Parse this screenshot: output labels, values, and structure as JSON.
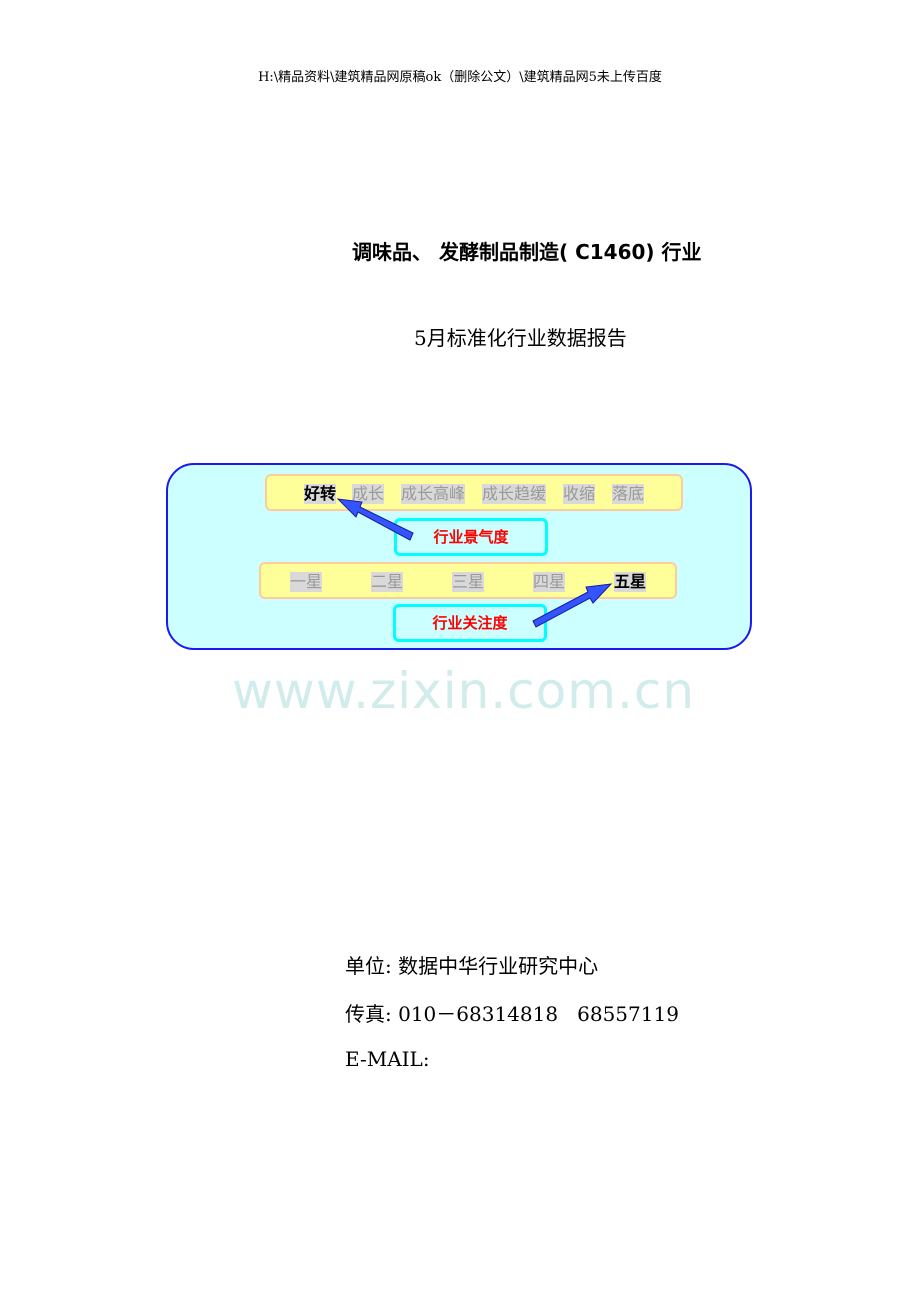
{
  "header": {
    "path": "H:\\精品资料\\建筑精品网原稿ok（删除公文）\\建筑精品网5未上传百度"
  },
  "title": "调味品、 发酵制品制造( C1460) 行业",
  "subtitle": "5月标准化行业数据报告",
  "diagram": {
    "prosperity_levels": [
      {
        "label": "好转",
        "selected": true
      },
      {
        "label": "成长",
        "selected": false
      },
      {
        "label": "成长高峰",
        "selected": false
      },
      {
        "label": "成长趋缓",
        "selected": false
      },
      {
        "label": "收缩",
        "selected": false
      },
      {
        "label": "落底",
        "selected": false
      }
    ],
    "prosperity_label": "行业景气度",
    "attention_levels": [
      {
        "label": "一星",
        "selected": false
      },
      {
        "label": "二星",
        "selected": false
      },
      {
        "label": "三星",
        "selected": false
      },
      {
        "label": "四星",
        "selected": false
      },
      {
        "label": "五星",
        "selected": true
      }
    ],
    "attention_label": "行业关注度",
    "watermark": "www.zixin.com.cn",
    "colors": {
      "panel": "#ccffff",
      "border": "#1a1aee",
      "bar": "#ffff99",
      "arrow": "#3355ff",
      "label": "#ff0000"
    }
  },
  "contact": {
    "unit": "单位: 数据中华行业研究中心",
    "fax": "传真: 010－68314818   68557119",
    "email": "E-MAIL:"
  }
}
